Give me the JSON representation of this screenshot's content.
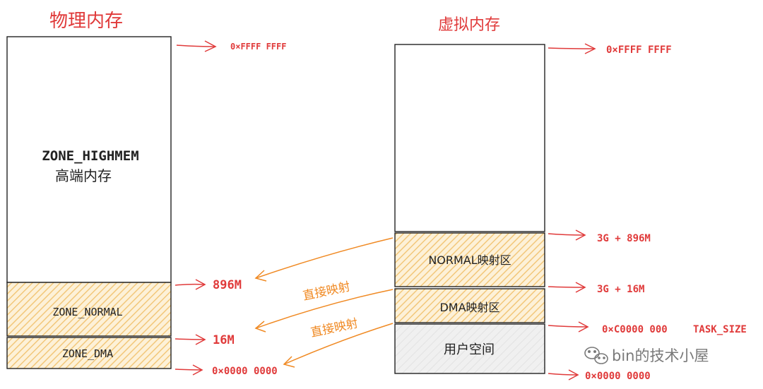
{
  "colors": {
    "red": "#e03a3a",
    "orange": "#f08a24",
    "hatch": "#f2c77a",
    "hatch_bg": "#fdf1d8",
    "user_bg": "#eeeeee",
    "ink": "#222222",
    "watermark": "#7a7a7a"
  },
  "physical": {
    "title": "物理内存",
    "highmem_name": "ZONE_HIGHMEM",
    "highmem_desc": "高端内存",
    "normal_name": "ZONE_NORMAL",
    "dma_name": "ZONE_DMA",
    "addr_top": "0×FFFF FFFF",
    "addr_896": "896M",
    "addr_16": "16M",
    "addr_zero": "0×0000 0000"
  },
  "virtual": {
    "title": "虚拟内存",
    "normal_map": "NORMAL映射区",
    "dma_map": "DMA映射区",
    "user_space": "用户空间",
    "addr_top": "0×FFFF FFFF",
    "addr_3g896": "3G + 896M",
    "addr_3g16": "3G + 16M",
    "addr_task": "0×C0000 000",
    "task_size": "TASK_SIZE",
    "addr_zero": "0×0000 0000"
  },
  "mapping": {
    "label_1": "直接映射",
    "label_2": "直接映射"
  },
  "watermark": {
    "text": "bin的技术小屋",
    "icon": "wechat-icon"
  }
}
